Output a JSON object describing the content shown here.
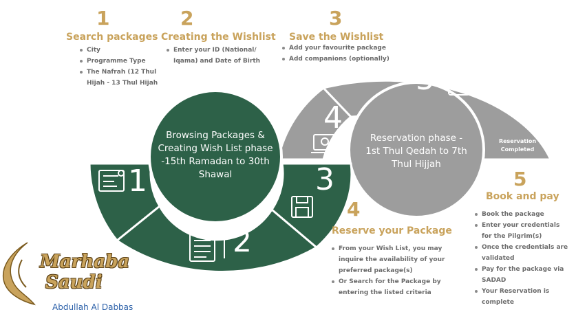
{
  "steps_top": [
    {
      "num": "1",
      "title": "Search packages",
      "items": [
        "City",
        "Programme Type",
        "The Nafrah (12 Thul Hijah - 13 Thul Hijah"
      ]
    },
    {
      "num": "2",
      "title": "Creating the Wishlist",
      "items": [
        "Enter your ID (National/ Iqama) and Date of Birth"
      ]
    },
    {
      "num": "3",
      "title": "Save the Wishlist",
      "items": [
        "Add your favourite package",
        "Add companions (optionally)"
      ]
    }
  ],
  "step4": {
    "num": "4",
    "title": "Reserve your Package",
    "items": [
      "From your Wish List, you may inquire the availability of your preferred package(s)",
      "Or Search for the Package by entering the listed criteria"
    ]
  },
  "step5": {
    "num": "5",
    "title": "Book and pay",
    "items": [
      "Book the package",
      "Enter your credentials for the Pilgrim(s)",
      "Once the credentials are validated",
      "Pay for the package via SADAD",
      "Your Reservation is complete"
    ]
  },
  "phase1": "Browsing Packages & Creating Wish List phase -15th Ramadan to 30th Shawal",
  "phase2": "Reservation phase - 1st Thul Qedah to 7th Thul Hijjah",
  "reservation_completed": "Reservation Completed",
  "segment_numbers": {
    "s1": "1",
    "s2": "2",
    "s3": "3",
    "s4": "4",
    "s5": "5"
  },
  "logo": {
    "line1": "Marhaba",
    "line2": "Saudi"
  },
  "footer_text": "Abdullah Al Dabbas",
  "colors": {
    "green": "#2d6148",
    "gray": "#9d9d9d",
    "gold": "#c9a35c"
  }
}
